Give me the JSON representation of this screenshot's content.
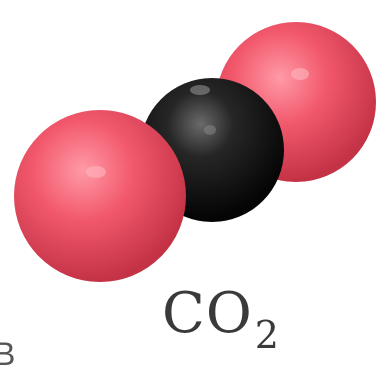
{
  "molecule": {
    "formula_main": "CO",
    "formula_subscript": "2",
    "atoms": [
      {
        "element": "oxygen",
        "color": "#e8475c"
      },
      {
        "element": "carbon",
        "color": "#1a1a1a"
      },
      {
        "element": "oxygen",
        "color": "#e8475c"
      }
    ]
  },
  "edge_letter": "B",
  "colors": {
    "oxygen_highlight": "#ff9aa6",
    "oxygen_shadow": "#b3283c",
    "carbon_highlight": "#7a7a7a",
    "carbon_shadow": "#000000",
    "text": "#3a3a3a"
  }
}
